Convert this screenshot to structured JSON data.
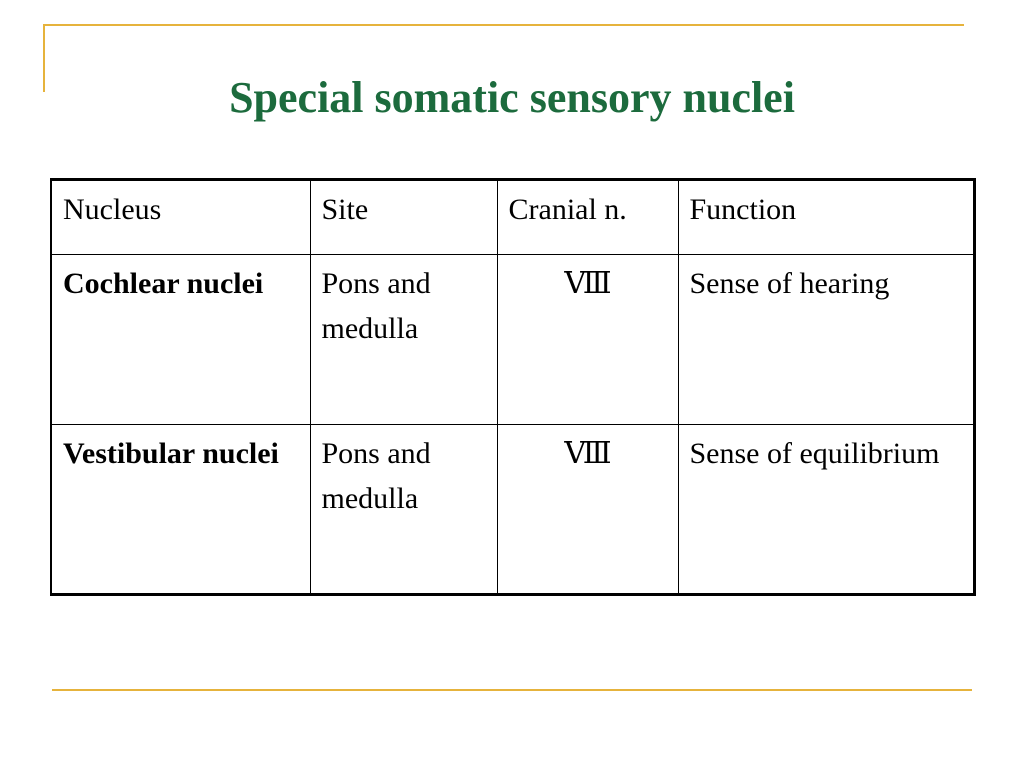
{
  "slide": {
    "title": "Special somatic sensory nuclei",
    "accent_color": "#e6b33c",
    "title_color": "#1c6b3d"
  },
  "table": {
    "headers": [
      "Nucleus",
      "Site",
      "Cranial n.",
      "Function"
    ],
    "rows": [
      {
        "nucleus": "Cochlear nuclei",
        "site": "Pons and medulla",
        "cranial_nerve": "Ⅷ",
        "function": "Sense of hearing"
      },
      {
        "nucleus": "Vestibular nuclei",
        "site": "Pons and medulla",
        "cranial_nerve": "Ⅷ",
        "function": "Sense of equilibrium"
      }
    ]
  }
}
